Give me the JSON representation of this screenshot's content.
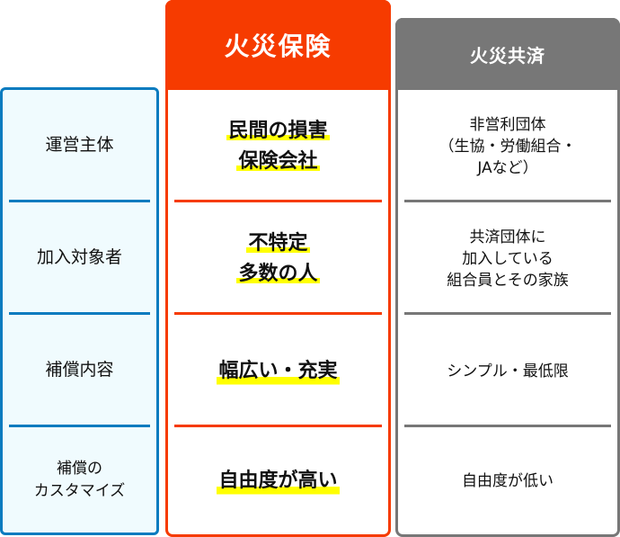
{
  "colors": {
    "label_border": "#0a7bbf",
    "label_bg": "#f0fbfe",
    "insurance_accent": "#f63b00",
    "mutual_accent": "#777777",
    "highlight": "#ffff00"
  },
  "labels": [
    {
      "lines": [
        "運営主体"
      ]
    },
    {
      "lines": [
        "加入対象者"
      ]
    },
    {
      "lines": [
        "補償内容"
      ]
    },
    {
      "lines": [
        "補償の",
        "カスタマイズ"
      ]
    }
  ],
  "insurance": {
    "title": "火災保険",
    "rows": [
      {
        "lines": [
          "民間の損害",
          "保険会社"
        ]
      },
      {
        "lines": [
          "不特定",
          "多数の人"
        ]
      },
      {
        "lines": [
          "幅広い・充実"
        ]
      },
      {
        "lines": [
          "自由度が高い"
        ]
      }
    ]
  },
  "mutual": {
    "title": "火災共済",
    "rows": [
      {
        "lines": [
          "非営利団体",
          "（生協・労働組合・",
          "JAなど）"
        ]
      },
      {
        "lines": [
          "共済団体に",
          "加入している",
          "組合員とその家族"
        ]
      },
      {
        "lines": [
          "シンプル・最低限"
        ]
      },
      {
        "lines": [
          "自由度が低い"
        ]
      }
    ]
  }
}
